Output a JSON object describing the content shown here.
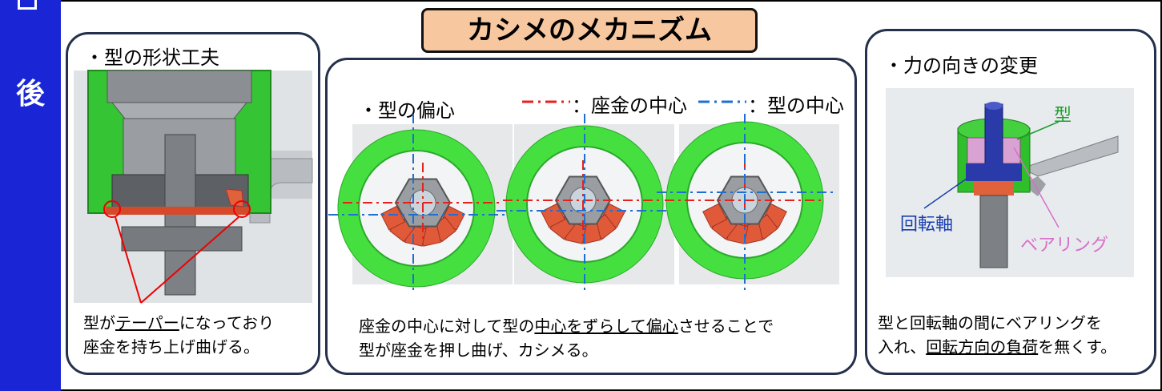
{
  "sidebar": {
    "label": "後"
  },
  "title": "カシメのメカニズム",
  "panel_left": {
    "heading": "・型の形状工夫",
    "caption": {
      "p1": "型が",
      "p2": "テーパー",
      "p3": "になっており",
      "line2": "座金を持ち上げ曲げる。"
    }
  },
  "panel_middle": {
    "heading": "・型の偏心",
    "legend": [
      {
        "label": "：座金の中心",
        "color": "#e8201c"
      },
      {
        "label": "：型の中心",
        "color": "#1f6fd0"
      }
    ],
    "caption": {
      "p1": "座金の中心に対して型の",
      "p2": "中心をずらして偏心",
      "p3": "させることで",
      "line2": "型が座金を押し曲げ、カシメる。"
    }
  },
  "panel_right": {
    "heading": "・力の向きの変更",
    "labels": {
      "mold": "型",
      "shaft": "回転軸",
      "bearing": "ベアリング"
    },
    "caption": {
      "line1": "型と回転軸の間にベアリングを",
      "p1": "入れ、",
      "p2": "回転方向の負荷",
      "p3": "を無くす。"
    }
  },
  "colors": {
    "sidebar": "#1a26d6",
    "title_fill": "#f7c7a0",
    "mold_green": "#2fbf2a",
    "washer_red": "#e05a3a",
    "shaft_blue": "#2230a8",
    "bearing_pink": "#d86fc9",
    "mold_label_green": "#1e9e2e",
    "shaft_label_blue": "#1a3fb0",
    "bearing_label_pink": "#d86fc9"
  }
}
